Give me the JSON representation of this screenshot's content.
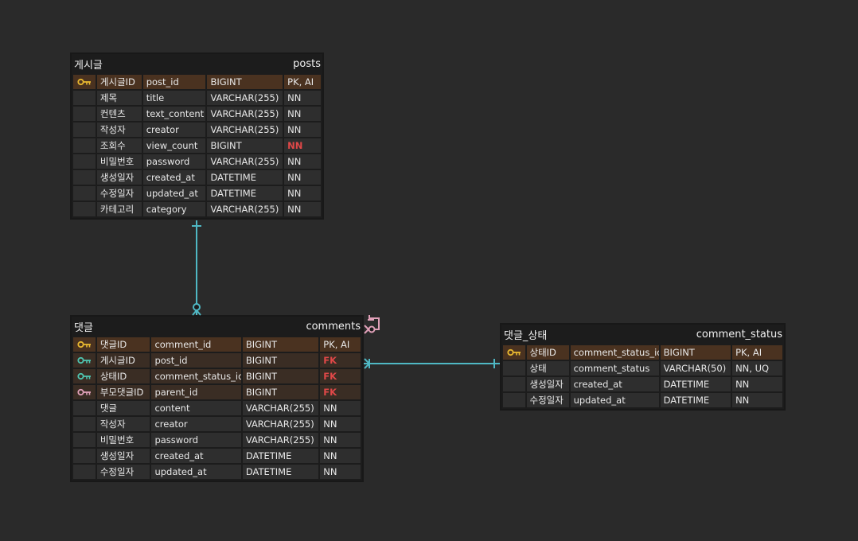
{
  "colors": {
    "background": "#2a2a2a",
    "table_bg": "#1c1c1c",
    "cell_bg": "#2e2e2e",
    "pk_row_bg": "#4a3220",
    "connector": "#4fb8c4",
    "self_connector": "#e0a0b8",
    "key_pk": "#e8b830",
    "key_fk_teal": "#4fc4b0",
    "key_fk_pink": "#e0a0b8",
    "red_text": "#e04848"
  },
  "tables": {
    "posts": {
      "label": "게시글",
      "name": "posts",
      "rows": [
        {
          "key": "pk",
          "kor": "게시글ID",
          "col": "post_id",
          "type": "BIGINT",
          "constraint": "PK, AI"
        },
        {
          "key": "",
          "kor": "제목",
          "col": "title",
          "type": "VARCHAR(255)",
          "constraint": "NN"
        },
        {
          "key": "",
          "kor": "컨텐츠",
          "col": "text_content",
          "type": "VARCHAR(255)",
          "constraint": "NN"
        },
        {
          "key": "",
          "kor": "작성자",
          "col": "creator",
          "type": "VARCHAR(255)",
          "constraint": "NN"
        },
        {
          "key": "",
          "kor": "조회수",
          "col": "view_count",
          "type": "BIGINT",
          "constraint": "NN",
          "red": true
        },
        {
          "key": "",
          "kor": "비밀번호",
          "col": "password",
          "type": "VARCHAR(255)",
          "constraint": "NN"
        },
        {
          "key": "",
          "kor": "생성일자",
          "col": "created_at",
          "type": "DATETIME",
          "constraint": "NN"
        },
        {
          "key": "",
          "kor": "수정일자",
          "col": "updated_at",
          "type": "DATETIME",
          "constraint": "NN"
        },
        {
          "key": "",
          "kor": "카테고리",
          "col": "category",
          "type": "VARCHAR(255)",
          "constraint": "NN"
        }
      ]
    },
    "comments": {
      "label": "댓글",
      "name": "comments",
      "rows": [
        {
          "key": "pk",
          "kor": "댓글ID",
          "col": "comment_id",
          "type": "BIGINT",
          "constraint": "PK, AI"
        },
        {
          "key": "fk-teal",
          "kor": "게시글ID",
          "col": "post_id",
          "type": "BIGINT",
          "constraint": "FK",
          "red": true
        },
        {
          "key": "fk-teal",
          "kor": "상태ID",
          "col": "comment_status_id",
          "type": "BIGINT",
          "constraint": "FK",
          "red": true
        },
        {
          "key": "fk-pink",
          "kor": "부모댓글ID",
          "col": "parent_id",
          "type": "BIGINT",
          "constraint": "FK",
          "red": true
        },
        {
          "key": "",
          "kor": "댓글",
          "col": "content",
          "type": "VARCHAR(255)",
          "constraint": "NN"
        },
        {
          "key": "",
          "kor": "작성자",
          "col": "creator",
          "type": "VARCHAR(255)",
          "constraint": "NN"
        },
        {
          "key": "",
          "kor": "비밀번호",
          "col": "password",
          "type": "VARCHAR(255)",
          "constraint": "NN"
        },
        {
          "key": "",
          "kor": "생성일자",
          "col": "created_at",
          "type": "DATETIME",
          "constraint": "NN"
        },
        {
          "key": "",
          "kor": "수정일자",
          "col": "updated_at",
          "type": "DATETIME",
          "constraint": "NN"
        }
      ]
    },
    "comment_status": {
      "label": "댓글_상태",
      "name": "comment_status",
      "rows": [
        {
          "key": "pk",
          "kor": "상태ID",
          "col": "comment_status_id",
          "type": "BIGINT",
          "constraint": "PK, AI"
        },
        {
          "key": "",
          "kor": "상태",
          "col": "comment_status",
          "type": "VARCHAR(50)",
          "constraint": "NN, UQ"
        },
        {
          "key": "",
          "kor": "생성일자",
          "col": "created_at",
          "type": "DATETIME",
          "constraint": "NN"
        },
        {
          "key": "",
          "kor": "수정일자",
          "col": "updated_at",
          "type": "DATETIME",
          "constraint": "NN"
        }
      ]
    }
  },
  "relations": [
    {
      "from": "posts",
      "to": "comments",
      "type": "one-to-zero-or-many"
    },
    {
      "from": "comment_status",
      "to": "comments",
      "type": "one-to-many"
    },
    {
      "from": "comments",
      "to": "comments",
      "type": "self-reference"
    }
  ]
}
